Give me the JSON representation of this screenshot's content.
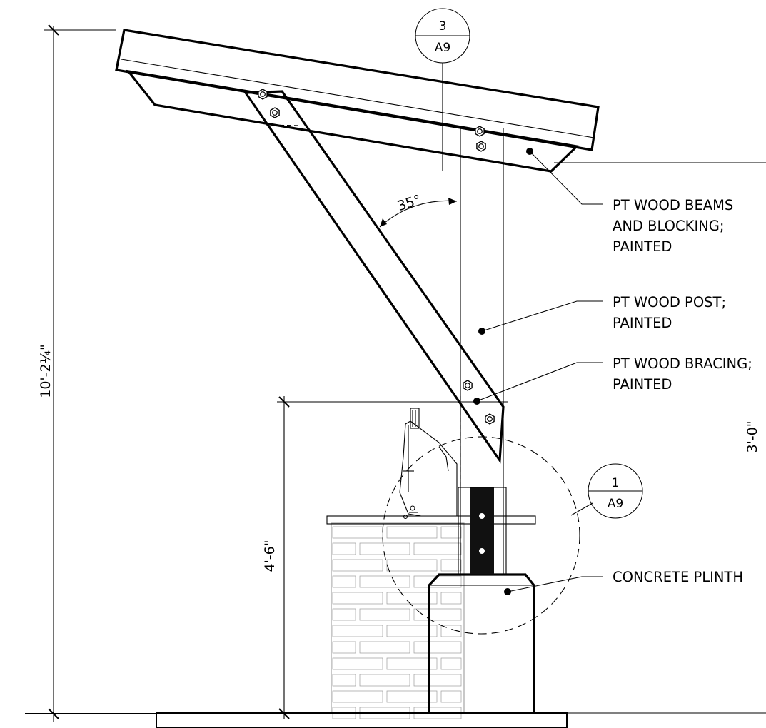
{
  "callouts": {
    "beams": [
      "PT WOOD BEAMS",
      "AND BLOCKING;",
      "PAINTED"
    ],
    "post": [
      "PT WOOD POST;",
      "PAINTED"
    ],
    "bracing": [
      "PT WOOD BRACING;",
      "PAINTED"
    ],
    "plinth": "CONCRETE PLINTH"
  },
  "dimensions": {
    "overall_height": "10'-2¼\"",
    "wall_height": "4'-6\"",
    "angle": "35°",
    "edge_fragment": "3'-0\""
  },
  "section_tags": [
    {
      "number": "3",
      "sheet": "A9"
    },
    {
      "number": "1",
      "sheet": "A9"
    }
  ]
}
